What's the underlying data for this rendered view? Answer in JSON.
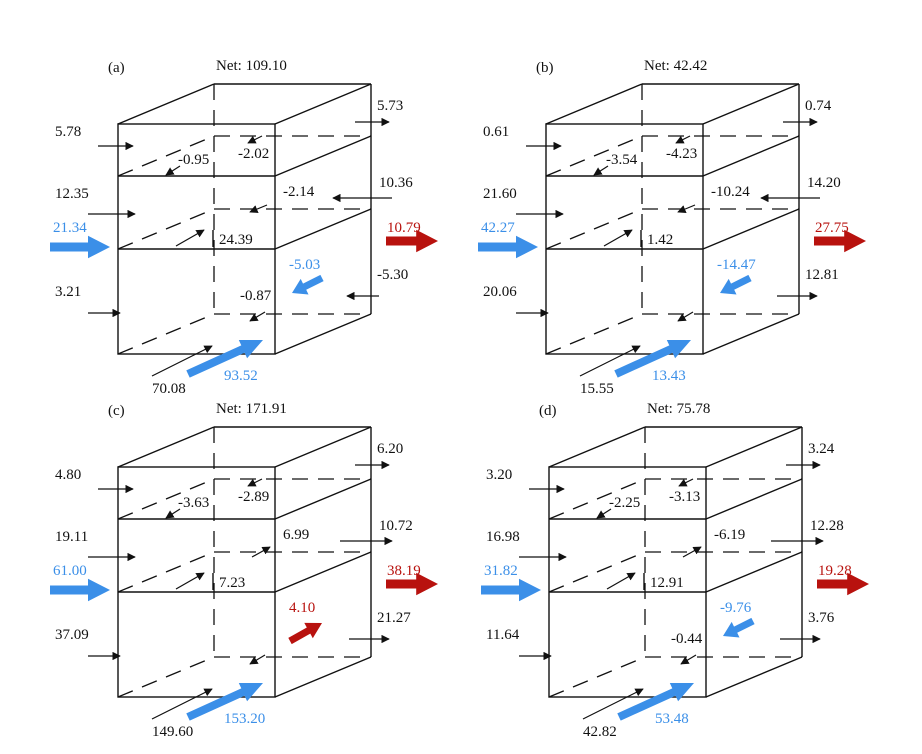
{
  "colors": {
    "inflow": "#3b8fe8",
    "outflow": "#b8120e",
    "line": "#111111"
  },
  "panels": [
    {
      "id": "a",
      "tag": "(a)",
      "net": "Net: 109.10",
      "labels": {
        "in_top": "5.78",
        "in_mid": "12.35",
        "in_bot": "3.21",
        "out_top": "5.73",
        "out_mid": "10.36",
        "out_bot": "-5.30",
        "int_top_left": "-0.95",
        "int_top_right": "-2.02",
        "int_mid_right": "-2.14",
        "int_mid_center": "24.39",
        "int_bot_right": "-0.87",
        "big_in": "21.34",
        "big_out": "10.79",
        "inner_colored": "-5.03",
        "bottom_black": "70.08",
        "bottom_colored": "93.52"
      },
      "styles": {
        "mid_dir": "in",
        "bot_dir": "in",
        "inner_color": "inflow",
        "inner_dir": "down"
      }
    },
    {
      "id": "b",
      "tag": "(b)",
      "net": "Net: 42.42",
      "labels": {
        "in_top": "0.61",
        "in_mid": "21.60",
        "in_bot": "20.06",
        "out_top": "0.74",
        "out_mid": "14.20",
        "out_bot": "12.81",
        "int_top_left": "-3.54",
        "int_top_right": "-4.23",
        "int_mid_right": "-10.24",
        "int_mid_center": "1.42",
        "int_bot_right": "",
        "big_in": "42.27",
        "big_out": "27.75",
        "inner_colored": "-14.47",
        "bottom_black": "15.55",
        "bottom_colored": "13.43"
      },
      "styles": {
        "mid_dir": "in",
        "bot_dir": "out",
        "inner_color": "inflow",
        "inner_dir": "down"
      }
    },
    {
      "id": "c",
      "tag": "(c)",
      "net": "Net: 171.91",
      "labels": {
        "in_top": "4.80",
        "in_mid": "19.11",
        "in_bot": "37.09",
        "out_top": "6.20",
        "out_mid": "10.72",
        "out_bot": "21.27",
        "int_top_left": "-3.63",
        "int_top_right": "-2.89",
        "int_mid_right": "6.99",
        "int_mid_center": "7.23",
        "int_bot_right": "",
        "big_in": "61.00",
        "big_out": "38.19",
        "inner_colored": "4.10",
        "bottom_black": "149.60",
        "bottom_colored": "153.20"
      },
      "styles": {
        "mid_dir": "out",
        "bot_dir": "out",
        "inner_color": "outflow",
        "inner_dir": "up"
      }
    },
    {
      "id": "d",
      "tag": "(d)",
      "net": "Net: 75.78",
      "labels": {
        "in_top": "3.20",
        "in_mid": "16.98",
        "in_bot": "11.64",
        "out_top": "3.24",
        "out_mid": "12.28",
        "out_bot": "3.76",
        "int_top_left": "-2.25",
        "int_top_right": "-3.13",
        "int_mid_right": "-6.19",
        "int_mid_center": "12.91",
        "int_bot_right": "-0.44",
        "big_in": "31.82",
        "big_out": "19.28",
        "inner_colored": "-9.76",
        "bottom_black": "42.82",
        "bottom_colored": "53.48"
      },
      "styles": {
        "mid_dir": "out",
        "bot_dir": "out",
        "inner_color": "inflow",
        "inner_dir": "down"
      }
    }
  ]
}
